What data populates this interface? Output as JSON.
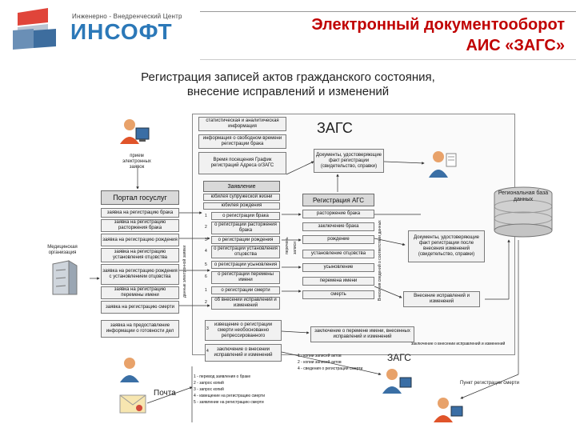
{
  "header": {
    "logo_sub": "Инженерно - Внедренческий Центр",
    "logo_name": "ИНСОФТ",
    "title_line1": "Электронный документооборот",
    "title_line2": "АИС «ЗАГС»",
    "subtitle_line1": "Регистрация записей актов гражданского состояния,",
    "subtitle_line2": "внесение исправлений и  изменений"
  },
  "diagram": {
    "zags_title": "ЗАГС",
    "stats_box": "статистическая и аналитическая информация",
    "free_time_box": "информация о свободном времени регистрации брака",
    "schedule_box": "Время посещения График регистраций Адреса о/ЗАГС",
    "docs_box": "Документы, удостоверяющие факт регистрации (свидетельство, справки)",
    "receive_apps": "прием электронных заявок",
    "portal_title": "Портал госуслуг",
    "portal_items": [
      "заявка на регистрацию брака",
      "заявка на регистрацию расторжения брака",
      "заявка на регистрацию рождения",
      "заявка на регистрацию установления отцовства",
      "заявка на регистрацию рождения с установлением отцовства",
      "заявка на регистрацию перемены имени",
      "заявка на регистрацию смерти",
      "заявка на предоставление информации о готовности дел"
    ],
    "portal_vertical": "данные электронной заявки",
    "application_title": "Заявление",
    "application_items": [
      "юбилея супружеской жизни",
      "юбилея рождения",
      "о регистрации брака",
      "о регистрации расторжения брака",
      "о регистрации рождения",
      "о регистрации установления отцовства",
      "о регистрации усыновления",
      "о регистрации перемены имени",
      "о регистрации смерти",
      "об внесении исправлений и изменений",
      "извещение о регистрации смерти необоснованно репрессированного",
      "заключение о внесении исправлений и изменений"
    ],
    "application_nums": [
      "1",
      "2",
      "3",
      "4",
      "5",
      "6",
      "1",
      "2",
      "3",
      "4"
    ],
    "vertical_lists": "перечень",
    "vertical_records": "записи",
    "registry_title": "Регистрация АГС",
    "registry_items": [
      "расторжение брака",
      "заключение брака",
      "рождение",
      "установление отцовства",
      "усыновление",
      "перемена имени",
      "смерть"
    ],
    "registry_vertical": "Внесения сведений о соответствии данных",
    "medical_label": "Медицинская организация",
    "regional_db": "Региональная база данных",
    "docs_box2": "Документы, удостоверяющие факт регистрации после внесения изменений (свидетельство, справки)",
    "corrections_box": "Внесение исправлений и изменений",
    "name_change_box": "заключение о перемене имени, внесенных исправлений и изменений",
    "conclusion_note": "заключение о внесении исправлений и изменений",
    "zags2_title": "ЗАГС",
    "zags2_list": [
      "1 - копии записей актов",
      "2 - копии записей актов",
      "4 - сведения о регистрации смерти"
    ],
    "post_title": "Почта",
    "post_list": [
      "1 - перевод заявления о браке",
      "2 - запрос копий",
      "3 - запрос копий",
      "4 - извещение на регистрацию смерти",
      "5 - заявление на регистрацию смерти"
    ],
    "registration_point": "Пункт регистрации смерти"
  },
  "colors": {
    "title_red": "#c00000",
    "logo_blue": "#2b78b8",
    "box_fill": "#f1f1f1",
    "header_fill": "#d9d9d9"
  }
}
